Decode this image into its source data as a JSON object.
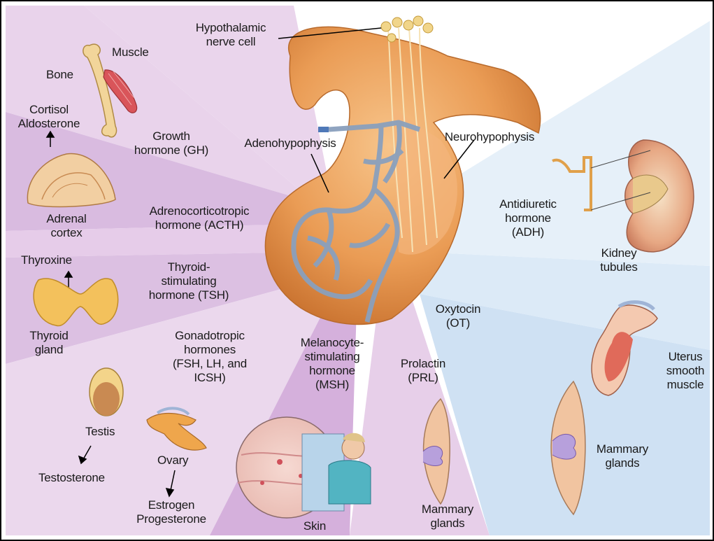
{
  "labels": {
    "hypothalamic_nerve_cell": "Hypothalamic\nnerve cell",
    "muscle": "Muscle",
    "bone": "Bone",
    "cortisol_aldosterone": "Cortisol\nAldosterone",
    "growth_hormone": "Growth\nhormone (GH)",
    "adenohypophysis": "Adenohypophysis",
    "neurohypophysis": "Neurohypophysis",
    "adrenal_cortex": "Adrenal\ncortex",
    "acth": "Adrenocorticotropic\nhormone (ACTH)",
    "adh": "Antidiuretic\nhormone\n(ADH)",
    "kidney_tubules": "Kidney\ntubules",
    "thyroxine": "Thyroxine",
    "tsh": "Thyroid-\nstimulating\nhormone (TSH)",
    "thyroid_gland": "Thyroid\ngland",
    "oxytocin": "Oxytocin\n(OT)",
    "gonadotropic": "Gonadotropic\nhormones\n(FSH, LH, and\nICSH)",
    "msh": "Melanocyte-\nstimulating\nhormone\n(MSH)",
    "prolactin": "Prolactin\n(PRL)",
    "uterus": "Uterus\nsmooth\nmuscle",
    "testis": "Testis",
    "testosterone": "Testosterone",
    "ovary": "Ovary",
    "estrogen_progesterone": "Estrogen\nProgesterone",
    "skin": "Skin",
    "mammary_glands_center": "Mammary\nglands",
    "mammary_glands_right": "Mammary\nglands"
  },
  "colors": {
    "lavender_light": "#e6cfe8",
    "lavender_mid": "#d6b3dc",
    "lavender_dark": "#c497cf",
    "blue_light": "#e3eef8",
    "blue_mid": "#cadff2",
    "gland_orange": "#e99a52",
    "gland_light": "#f4b878",
    "vessel_blue": "#7f93ad"
  }
}
